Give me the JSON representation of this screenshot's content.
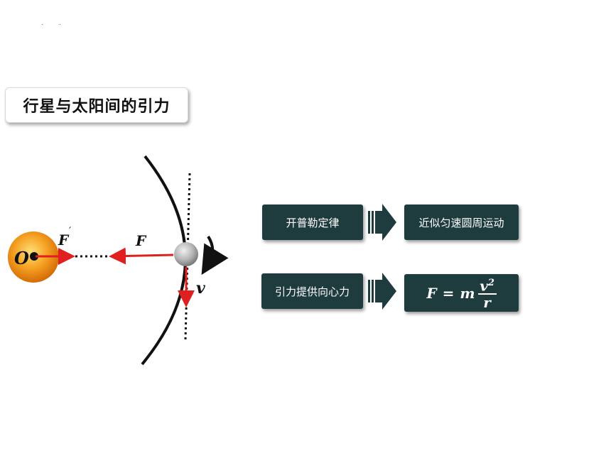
{
  "header": {
    "dots": ". ."
  },
  "title": "行星与太阳间的引力",
  "diagram": {
    "labels": {
      "sun": "O",
      "force_reaction": "F",
      "force_prime_mark": "′",
      "force": "F",
      "velocity": "v"
    }
  },
  "flow": {
    "row1": {
      "left": "开普勒定律",
      "right": "近似匀速圆周运动"
    },
    "row2": {
      "left": "引力提供向心力"
    },
    "formula": {
      "lhs": "F",
      "eq": "=",
      "m": "m",
      "num": "v",
      "exp": "2",
      "den": "r"
    }
  },
  "colors": {
    "box_bg": "#1e3b3e",
    "force_arrow": "#e02020",
    "sun": "#f0901a"
  }
}
